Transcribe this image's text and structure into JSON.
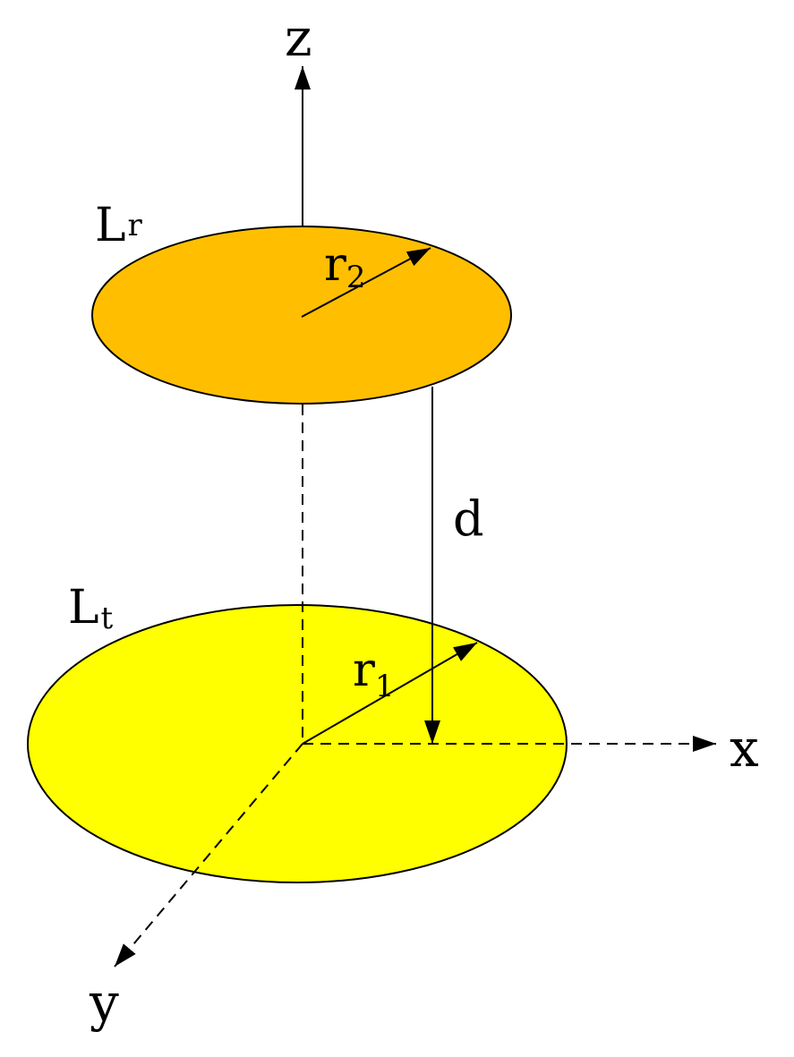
{
  "axes": {
    "z": "z",
    "x": "x",
    "y": "y"
  },
  "coils": {
    "receiver": {
      "label_main": "L",
      "label_sub": "r",
      "radius_main": "r",
      "radius_sub": "2",
      "fill": "#FFBF00"
    },
    "transmitter": {
      "label_main": "L",
      "label_sub": "t",
      "radius_main": "r",
      "radius_sub": "1",
      "fill": "#FFFF00"
    }
  },
  "distance": {
    "label": "d"
  },
  "colors": {
    "stroke": "#000000",
    "background": "#FFFFFF"
  }
}
